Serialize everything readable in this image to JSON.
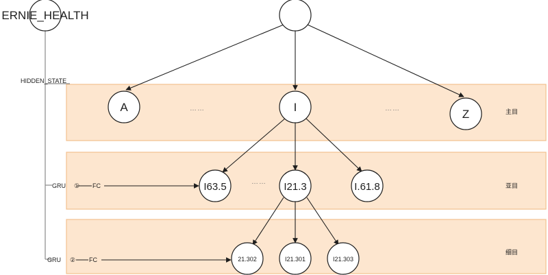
{
  "root": {
    "label": "ERNIE_HEALTH"
  },
  "side_labels": {
    "hidden_state": "HIDDEN_STATE",
    "gru1": "GRU",
    "num1": "①",
    "fc1": "FC",
    "gru2": "GRU",
    "num2": "②",
    "fc2": "FC"
  },
  "levels": {
    "level1": "主目",
    "level2": "亚目",
    "level3": "细目"
  },
  "nodes": {
    "top": "",
    "a": "A",
    "i": "I",
    "z": "Z",
    "i63": "I63.5",
    "i21": "I21.3",
    "i61": "I.61.8",
    "d302": "21.302",
    "d301": "I21.301",
    "d303": "I21.303"
  },
  "ellipsis": {
    "row1_left": "……",
    "row1_right": "……",
    "row2": "……"
  }
}
